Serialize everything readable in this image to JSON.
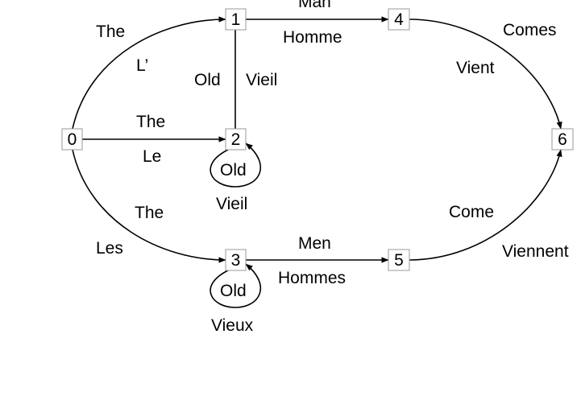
{
  "nodes": [
    {
      "id": "0",
      "label": "0"
    },
    {
      "id": "1",
      "label": "1"
    },
    {
      "id": "2",
      "label": "2"
    },
    {
      "id": "3",
      "label": "3"
    },
    {
      "id": "4",
      "label": "4"
    },
    {
      "id": "5",
      "label": "5"
    },
    {
      "id": "6",
      "label": "6"
    }
  ],
  "edges": [
    {
      "from": "0",
      "to": "1",
      "source_label": "The",
      "target_label": "L’"
    },
    {
      "from": "0",
      "to": "2",
      "source_label": "The",
      "target_label": "Le"
    },
    {
      "from": "0",
      "to": "3",
      "source_label": "The",
      "target_label": "Les"
    },
    {
      "from": "1",
      "to": "2",
      "source_label": "Old",
      "target_label": "Vieil"
    },
    {
      "from": "1",
      "to": "4",
      "source_label": "Man",
      "target_label": "Homme"
    },
    {
      "from": "2",
      "to": "2",
      "source_label": "Old",
      "target_label": "Vieil"
    },
    {
      "from": "3",
      "to": "3",
      "source_label": "Old",
      "target_label": "Vieux"
    },
    {
      "from": "3",
      "to": "5",
      "source_label": "Men",
      "target_label": "Hommes"
    },
    {
      "from": "4",
      "to": "6",
      "source_label": "Comes",
      "target_label": "Vient"
    },
    {
      "from": "5",
      "to": "6",
      "source_label": "Come",
      "target_label": "Viennent"
    }
  ]
}
